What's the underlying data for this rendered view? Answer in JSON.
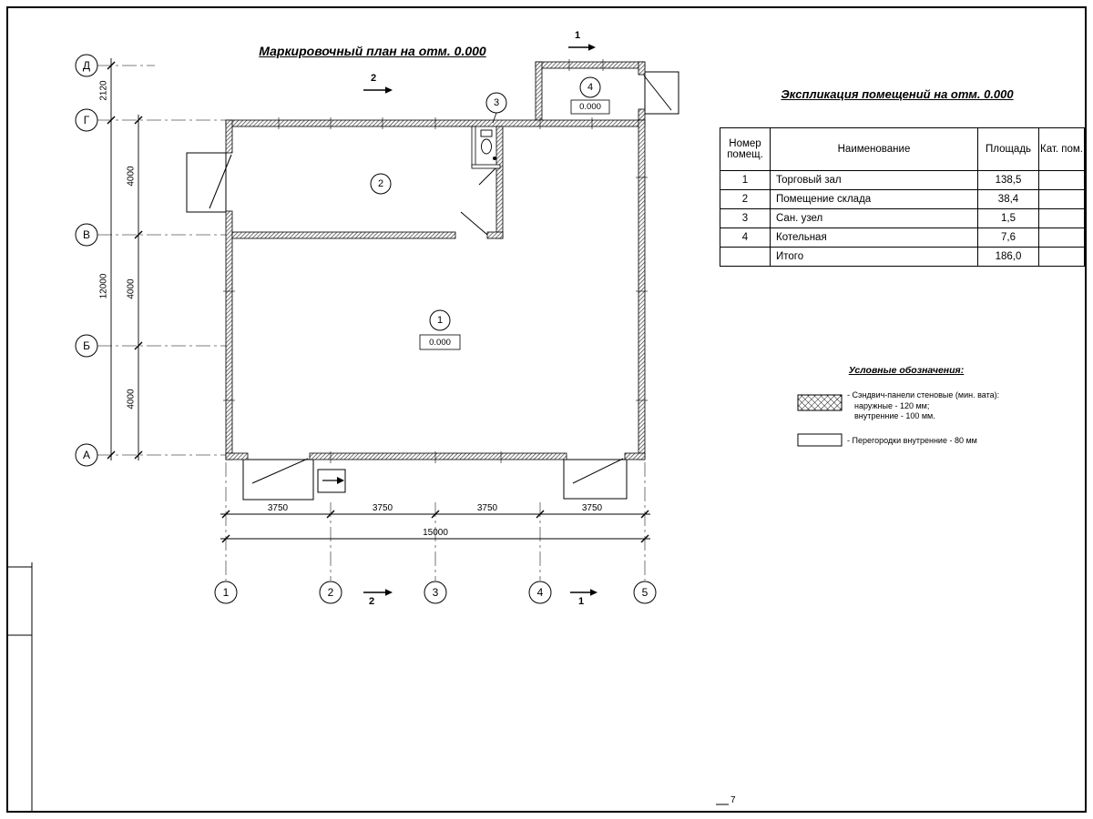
{
  "sheet": {
    "page_number": "7"
  },
  "plan": {
    "title": "Маркировочный план на отм. 0.000",
    "rooms": [
      {
        "num": "1",
        "elev": "0.000"
      },
      {
        "num": "2",
        "elev": ""
      },
      {
        "num": "3",
        "elev": ""
      },
      {
        "num": "4",
        "elev": "0.000"
      }
    ],
    "axes_rows": [
      "Д",
      "Г",
      "В",
      "Б",
      "А"
    ],
    "axes_cols": [
      "1",
      "2",
      "3",
      "4",
      "5"
    ],
    "dims_left_outer": [
      "2120",
      "12000"
    ],
    "dims_left_inner": [
      "4000",
      "4000",
      "4000"
    ],
    "dims_bottom": [
      "3750",
      "3750",
      "3750",
      "3750"
    ],
    "dims_bottom_total": "15000",
    "sections": {
      "one": "1",
      "two": "2"
    }
  },
  "table": {
    "title": "Экспликация помещений на отм. 0.000",
    "headers": [
      "Номер помещ.",
      "Наименование",
      "Площадь",
      "Кат. пом."
    ],
    "rows": [
      {
        "num": "1",
        "name": "Торговый зал",
        "area": "138,5",
        "cat": ""
      },
      {
        "num": "2",
        "name": "Помещение склада",
        "area": "38,4",
        "cat": ""
      },
      {
        "num": "3",
        "name": "Сан. узел",
        "area": "1,5",
        "cat": ""
      },
      {
        "num": "4",
        "name": "Котельная",
        "area": "7,6",
        "cat": ""
      },
      {
        "num": "",
        "name": "Итого",
        "area": "186,0",
        "cat": ""
      }
    ]
  },
  "legend": {
    "title": "Условные обозначения:",
    "items": [
      {
        "lines": [
          "- Сэндвич-панели стеновые (мин. вата):",
          "наружные - 120 мм;",
          "внутренние - 100 мм."
        ]
      },
      {
        "lines": [
          "- Перегородки внутренние - 80 мм"
        ]
      }
    ]
  }
}
